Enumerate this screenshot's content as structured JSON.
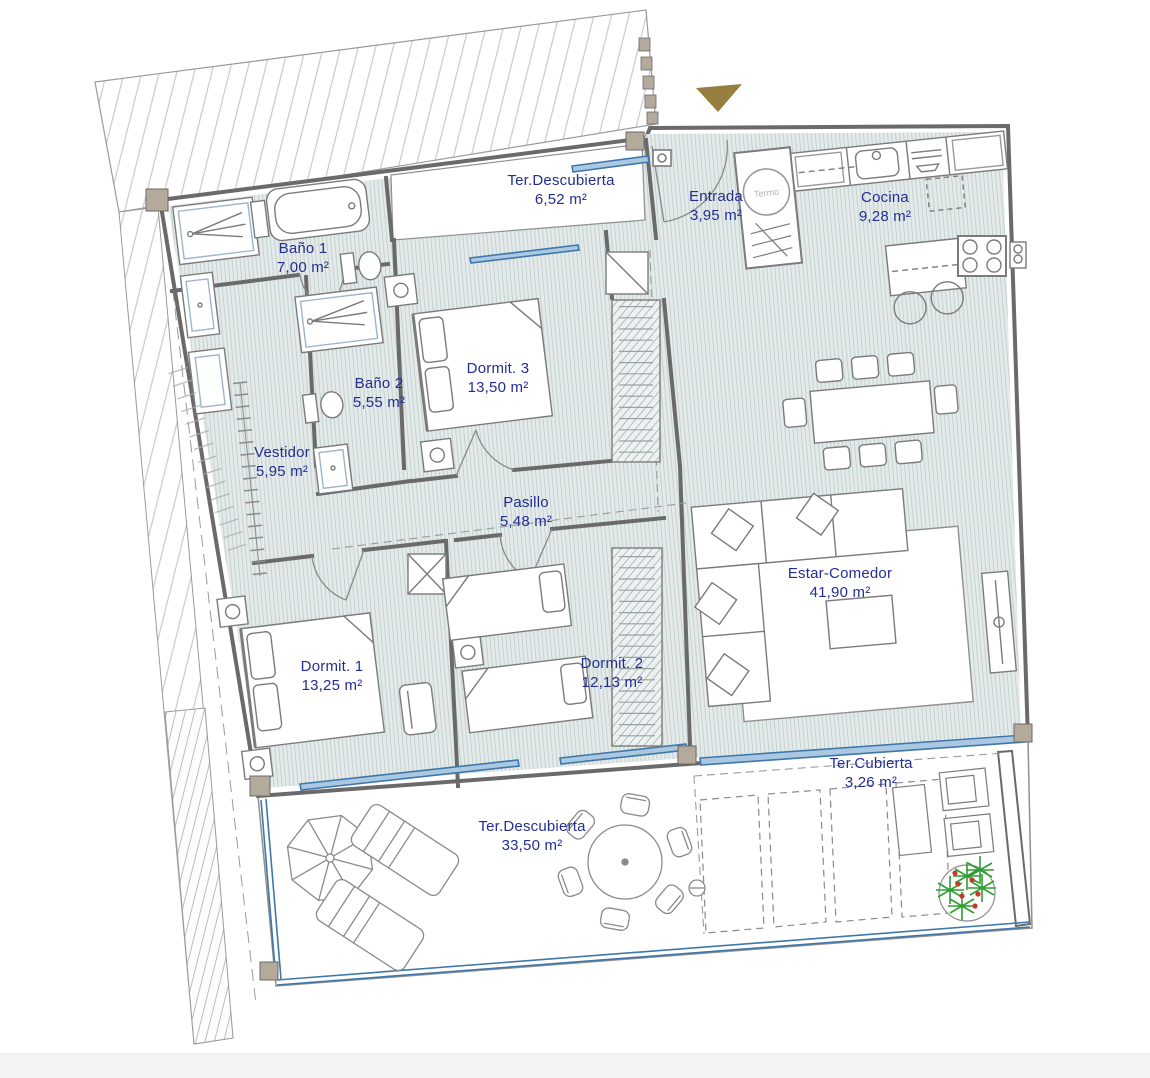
{
  "rooms": [
    {
      "id": "bano1",
      "name": "Baño 1",
      "area": "7,00 m²"
    },
    {
      "id": "ter-descubierta-top",
      "name": "Ter.Descubierta",
      "area": "6,52 m²"
    },
    {
      "id": "entrada",
      "name": "Entrada",
      "area": "3,95 m²"
    },
    {
      "id": "cocina",
      "name": "Cocina",
      "area": "9,28 m²"
    },
    {
      "id": "bano2",
      "name": "Baño 2",
      "area": "5,55 m²"
    },
    {
      "id": "dormit3",
      "name": "Dormit. 3",
      "area": "13,50 m²"
    },
    {
      "id": "vestidor",
      "name": "Vestidor",
      "area": "5,95 m²"
    },
    {
      "id": "pasillo",
      "name": "Pasillo",
      "area": "5,48 m²"
    },
    {
      "id": "estar-comedor",
      "name": "Estar-Comedor",
      "area": "41,90 m²"
    },
    {
      "id": "dormit1",
      "name": "Dormit. 1",
      "area": "13,25 m²"
    },
    {
      "id": "dormit2",
      "name": "Dormit. 2",
      "area": "12,13 m²"
    },
    {
      "id": "ter-cubierta",
      "name": "Ter.Cubierta",
      "area": "3,26 m²"
    },
    {
      "id": "ter-descubierta-bottom",
      "name": "Ter.Descubierta",
      "area": "33,50 m²"
    }
  ],
  "fixtures": {
    "termo_label": "Termo"
  },
  "colors": {
    "label_text": "#232e92",
    "entrance_marker": "#97803f",
    "glazing_blue": "#4077aa",
    "floor_fill": "#e4eae9",
    "wall_gray": "#6a6a6a",
    "plant_green": "#2f9e33",
    "plant_berries": "#c23b2b"
  }
}
